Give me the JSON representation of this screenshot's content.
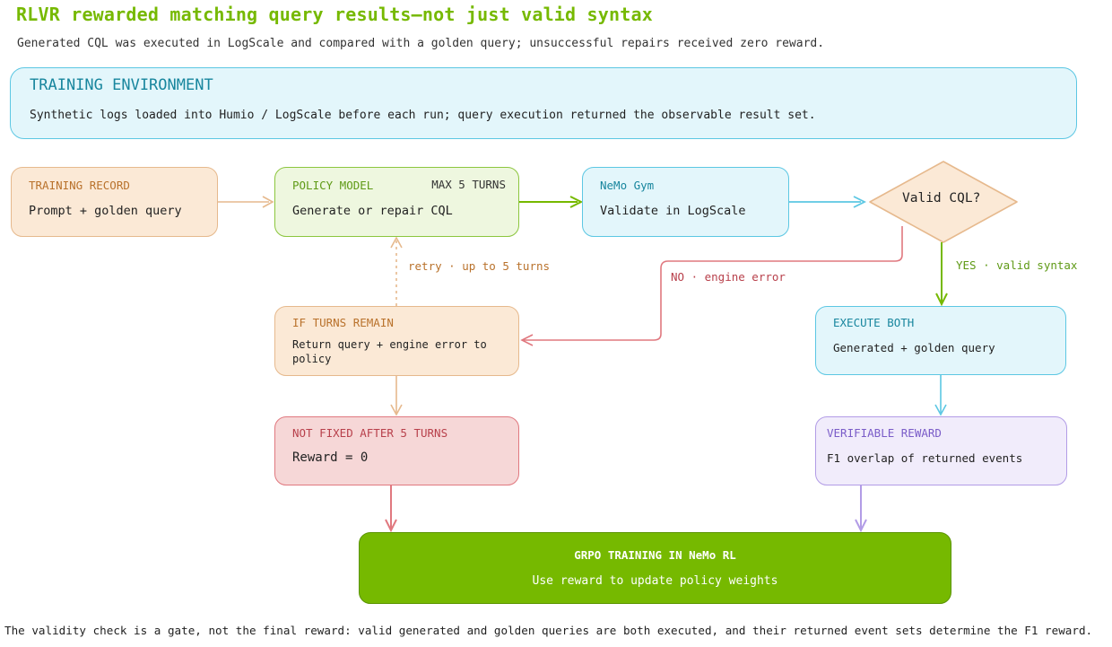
{
  "title": "RLVR rewarded matching query results—not just valid syntax",
  "subtitle": "Generated CQL was executed in LogScale and compared with a golden query; unsuccessful repairs received zero reward.",
  "environment": {
    "heading": "TRAINING ENVIRONMENT",
    "body": "Synthetic logs loaded into Humio / LogScale before each run; query execution returned the observable result set."
  },
  "nodes": {
    "training_record": {
      "heading": "TRAINING RECORD",
      "body": "Prompt + golden query"
    },
    "policy_model": {
      "heading": "POLICY MODEL",
      "tag": "MAX 5 TURNS",
      "body": "Generate or repair CQL"
    },
    "nemo_gym": {
      "heading": "NeMo Gym",
      "body": "Validate in LogScale"
    },
    "decision": {
      "label": "Valid CQL?"
    },
    "if_turns_remain": {
      "heading": "IF TURNS REMAIN",
      "body": "Return query + engine error to policy"
    },
    "not_fixed": {
      "heading": "NOT FIXED AFTER 5 TURNS",
      "body": "Reward = 0"
    },
    "execute_both": {
      "heading": "EXECUTE BOTH",
      "body": "Generated + golden query"
    },
    "verifiable_reward": {
      "heading": "VERIFIABLE REWARD",
      "body": "F1 overlap of returned events"
    },
    "grpo": {
      "heading": "GRPO TRAINING IN NeMo RL",
      "body": "Use reward to update policy weights"
    }
  },
  "edge_labels": {
    "retry": "retry · up to 5 turns",
    "no": "NO · engine error",
    "yes": "YES · valid syntax"
  },
  "footer": "The validity check is a gate, not the final reward: valid generated and golden queries are both executed, and their returned event sets determine the F1 reward.",
  "colors": {
    "accent_green": "#76b900",
    "orange": "#e6b98d",
    "cyan": "#5cc7e3",
    "red": "#e0787f",
    "purple": "#b29ce6"
  }
}
